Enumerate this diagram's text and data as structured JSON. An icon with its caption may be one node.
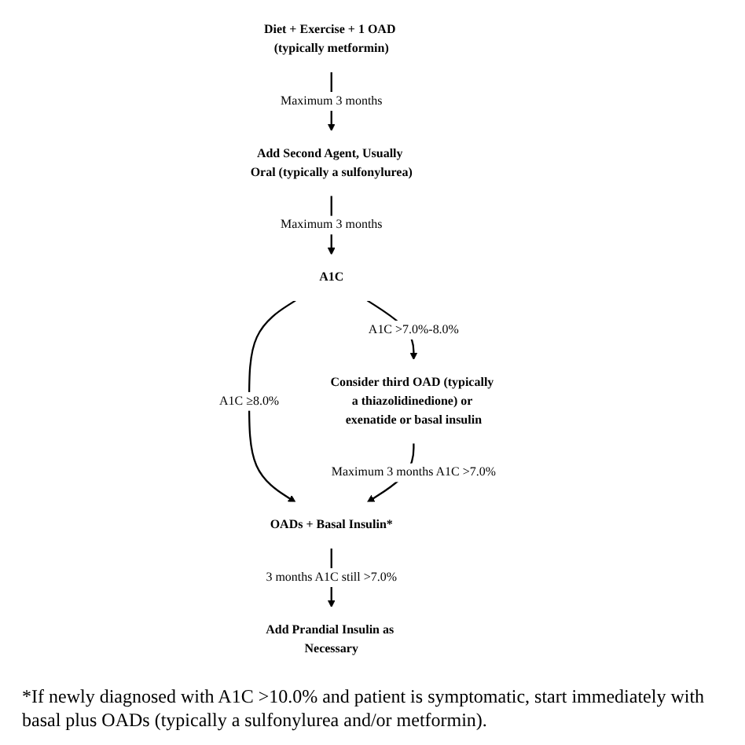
{
  "diagram": {
    "caption": "*If newly diagnosed with A1C >10.0% and patient is symptomatic, start immediately with basal plus OADs (typically a sulfonylurea and/or metformin).",
    "nodes": [
      {
        "text": [
          "Diet + Exercise + 1 OAD (typically metformin)"
        ]
      },
      {
        "text": [
          "Add Second Agent, Usually Oral (typically a sulfonylurea)"
        ]
      },
      {
        "text": [
          "A1C"
        ]
      },
      {
        "text": [
          "Consider third OAD (typically a thiazolidinedione) or exenatide or basal insulin"
        ]
      },
      {
        "text": [
          "OADs + Basal Insulin*"
        ]
      },
      {
        "text": [
          "Add Prandial Insulin as Necessary"
        ]
      }
    ],
    "edges": [
      {
        "from": 0,
        "to": 1,
        "arrow": "to",
        "label": "Maximum 3 months"
      },
      {
        "from": 1,
        "to": 2,
        "arrow": "to",
        "label": "Maximum 3 months"
      },
      {
        "from": 2,
        "to": 3,
        "arrow": "to",
        "label": "A1C >7.0%-8.0%"
      },
      {
        "from": 2,
        "to": 4,
        "arrow": "to",
        "label": "A1C ≥8.0%"
      },
      {
        "from": 3,
        "to": 4,
        "arrow": "to",
        "label": "Maximum 3 months A1C >7.0%"
      },
      {
        "from": 4,
        "to": 5,
        "arrow": "to",
        "label": "3 months A1C still >7.0%"
      }
    ]
  }
}
